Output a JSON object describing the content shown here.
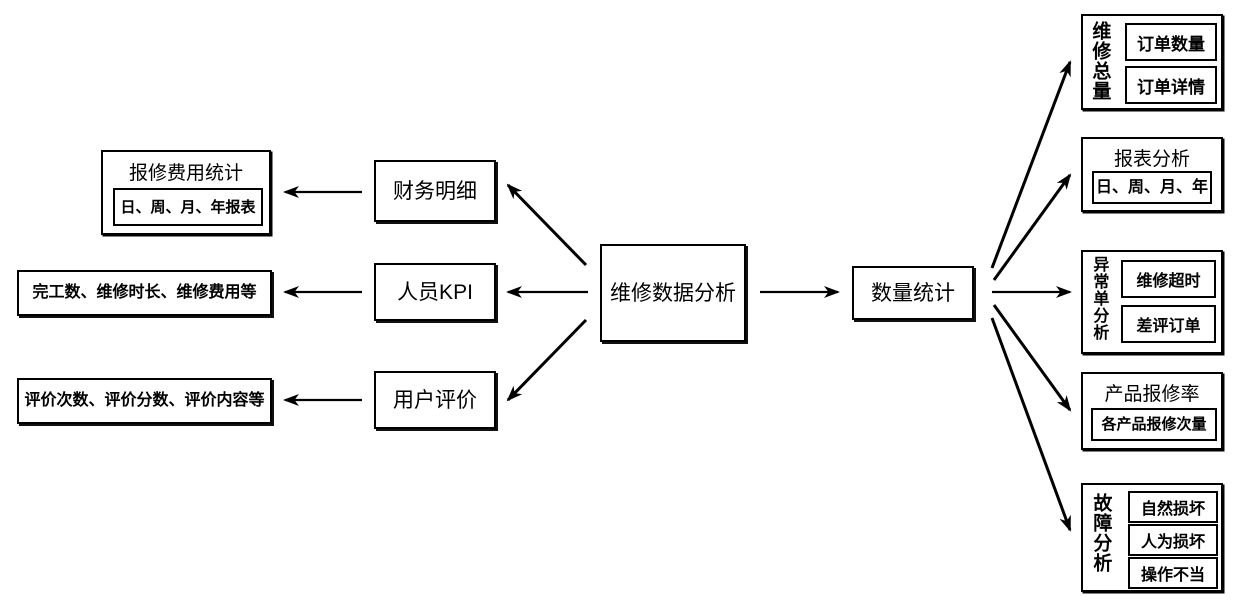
{
  "diagram": {
    "title": "维修数据分析",
    "center": {
      "label": "维修数据分析"
    },
    "right_hub": {
      "label": "数量统计"
    },
    "left_branches": [
      {
        "node": "财务明细",
        "result_title": "报修费用统计",
        "result_detail": "日、周、月、年报表"
      },
      {
        "node": "人员KPI",
        "result_detail": "完工数、维修时长、维修费用等"
      },
      {
        "node": "用户评价",
        "result_detail": "评价次数、评价分数、评价内容等"
      }
    ],
    "right_branches": [
      {
        "vertical_label": "维修总量",
        "items": [
          "订单数量",
          "订单详情"
        ]
      },
      {
        "header_label": "报表分析",
        "items": [
          "日、周、月、年"
        ]
      },
      {
        "vertical_label": "异常单分析",
        "items": [
          "维修超时",
          "差评订单"
        ]
      },
      {
        "header_label": "产品报修率",
        "items": [
          "各产品报修次量"
        ]
      },
      {
        "vertical_label": "故障分析",
        "items": [
          "自然损坏",
          "人为损坏",
          "操作不当"
        ]
      }
    ],
    "colors": {
      "stroke": "#000000",
      "background": "#ffffff"
    }
  }
}
